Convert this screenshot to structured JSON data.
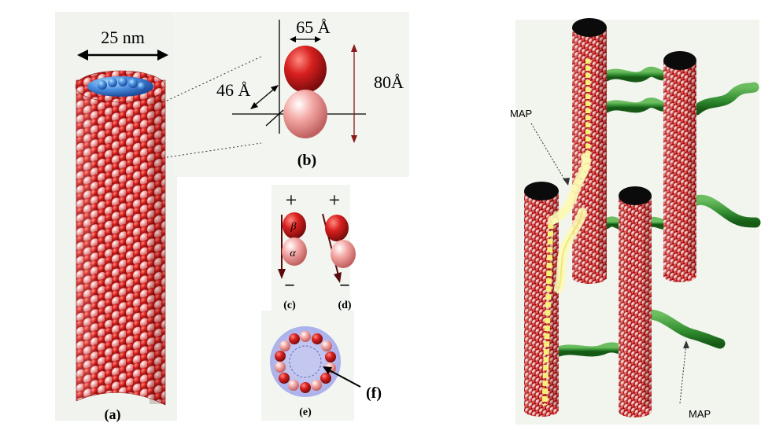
{
  "left_figure": {
    "width_label": "25 nm",
    "dim_65": "65 Å",
    "dim_46": "46 Å",
    "dim_80": "80Å",
    "plus": "+",
    "minus": "–",
    "beta": "β",
    "alpha": "α",
    "label_a": "(a)",
    "label_b": "(b)",
    "label_c": "(c)",
    "label_d": "(d)",
    "label_e": "(e)",
    "label_f": "(f)"
  },
  "right_figure": {
    "map_label_top": "MAP",
    "map_label_bottom": "MAP"
  },
  "colors": {
    "tubulin_dark": "#c8161b",
    "tubulin_light": "#f2a0a0",
    "tubulin_blue": "#3e7fd8",
    "map_green": "#2f8a2f",
    "map_yellow": "#f3f08a",
    "panel_bg": "#f2f5ef"
  }
}
